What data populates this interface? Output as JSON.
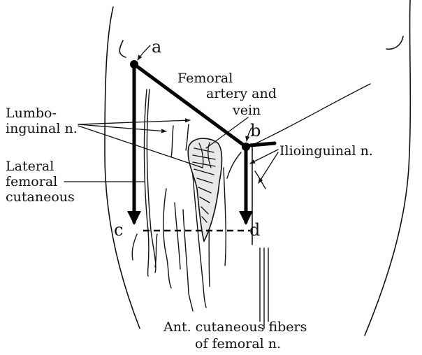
{
  "points": {
    "a": "a",
    "b": "b",
    "c": "c",
    "d": "d"
  },
  "labels": {
    "femoral_line1": "Femoral",
    "femoral_line2": "artery and",
    "femoral_line3": "vein",
    "lumbo_line1": "Lumbo-",
    "lumbo_line2": "inguinal n.",
    "ilioinguinal": "Ilioinguinal n.",
    "lateral_line1": "Lateral",
    "lateral_line2": "femoral",
    "lateral_line3": "cutaneous",
    "ant_line1": "Ant. cutaneous fibers",
    "ant_line2": "of femoral n."
  }
}
